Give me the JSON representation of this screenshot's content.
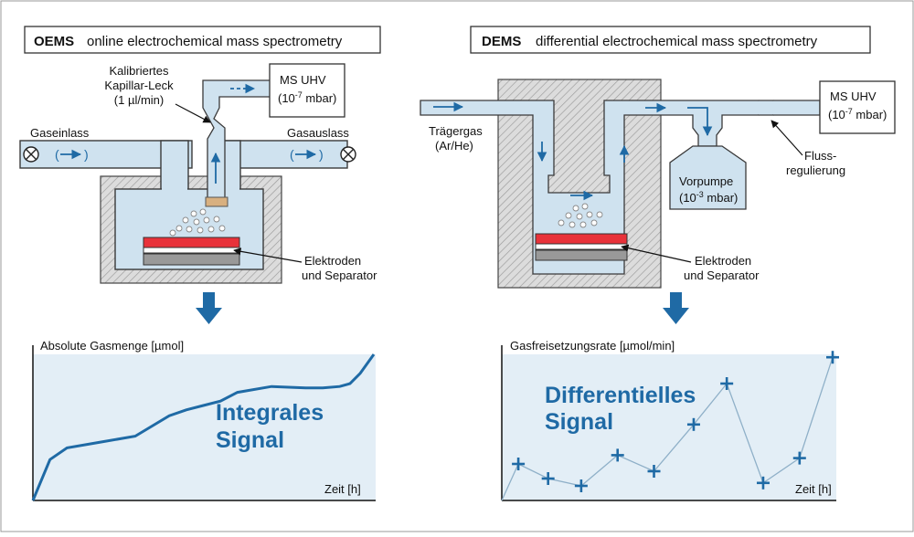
{
  "oems": {
    "title_bold": "OEMS",
    "title_rest": "online electrochemical mass spectrometry",
    "capillary_label": [
      "Kalibriertes",
      "Kapillar-Leck",
      "(1 µl/min)"
    ],
    "ms_label": "MS UHV",
    "ms_pressure": "(10",
    "ms_pressure_exp": "-7",
    "ms_pressure_unit": " mbar)",
    "gas_inlet": "Gaseinlass",
    "gas_outlet": "Gasauslass",
    "electrode_label": [
      "Elektroden",
      "und Separator"
    ],
    "chart": {
      "ylabel": "Absolute Gasmenge [µmol]",
      "xlabel": "Zeit [h]",
      "signal_text": [
        "Integrales",
        "Signal"
      ]
    }
  },
  "dems": {
    "title_bold": "DEMS",
    "title_rest": "differential electrochemical mass spectrometry",
    "carrier_gas": [
      "Trägergas",
      "(Ar/He)"
    ],
    "ms_label": "MS UHV",
    "ms_pressure": "(10",
    "ms_pressure_exp": "-7",
    "ms_pressure_unit": " mbar)",
    "pump_label": "Vorpumpe",
    "pump_pressure": "(10",
    "pump_pressure_exp": "-3",
    "pump_pressure_unit": " mbar)",
    "flow_label": [
      "Fluss-",
      "regulierung"
    ],
    "electrode_label": [
      "Elektroden",
      "und Separator"
    ],
    "chart": {
      "ylabel": "Gasfreisetzungsrate [µmol/min]",
      "xlabel": "Zeit [h]",
      "signal_text": [
        "Differentielles",
        "Signal"
      ]
    }
  },
  "colors": {
    "accent": "#1f6aa5",
    "electrode_red": "#e8323a",
    "gas_blue": "#cfe2ef",
    "chart_bg": "#e3eef6"
  },
  "chart_data": [
    {
      "type": "line",
      "ylabel": "Absolute Gasmenge [µmol]",
      "xlabel": "Zeit [h]",
      "x": [
        0,
        0.05,
        0.1,
        0.2,
        0.3,
        0.4,
        0.45,
        0.5,
        0.55,
        0.6,
        0.7,
        0.8,
        0.85,
        0.9,
        0.93,
        0.96,
        1.0
      ],
      "y": [
        0.0,
        0.28,
        0.36,
        0.4,
        0.44,
        0.58,
        0.62,
        0.65,
        0.68,
        0.74,
        0.78,
        0.77,
        0.77,
        0.78,
        0.8,
        0.87,
        1.0
      ],
      "series": [
        {
          "values": [
            0.0,
            0.28,
            0.36,
            0.4,
            0.44,
            0.58,
            0.62,
            0.65,
            0.68,
            0.74,
            0.78,
            0.77,
            0.77,
            0.78,
            0.8,
            0.87,
            1.0
          ]
        }
      ]
    },
    {
      "type": "line",
      "ylabel": "Gasfreisetzungsrate [µmol/min]",
      "xlabel": "Zeit [h]",
      "x": [
        0,
        0.05,
        0.14,
        0.24,
        0.35,
        0.46,
        0.58,
        0.68,
        0.79,
        0.9,
        1.0
      ],
      "y": [
        0.0,
        0.25,
        0.15,
        0.1,
        0.31,
        0.2,
        0.52,
        0.8,
        0.12,
        0.29,
        0.98
      ],
      "series": [
        {
          "values": [
            0.0,
            0.25,
            0.15,
            0.1,
            0.31,
            0.2,
            0.52,
            0.8,
            0.12,
            0.29,
            0.98
          ]
        }
      ]
    }
  ]
}
